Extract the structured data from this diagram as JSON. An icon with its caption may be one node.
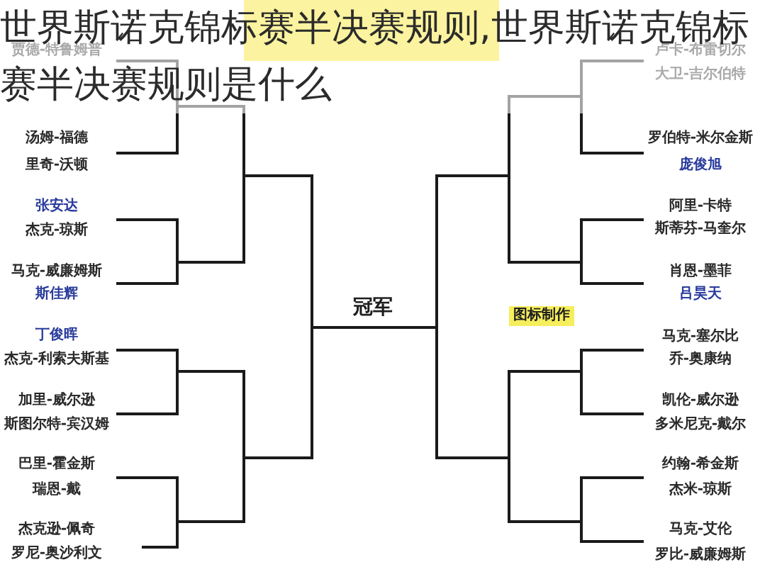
{
  "diagram": {
    "title": "世界斯诺克锦标赛半决赛规则,世界斯诺克锦标赛半决赛规则是什么",
    "labels": [
      "贾德-特鲁姆普",
      "汤姆-福德",
      "里奇-沃顿",
      "张安达",
      "杰克-琼斯",
      "马克-威廉姆斯",
      "斯佳辉",
      "丁俊晖",
      "杰克-利索夫斯基",
      "加里-威尔逊",
      "斯图尔特-宾汉姆",
      "巴里-霍金斯",
      "瑞恩-戴",
      "杰克逊-佩奇",
      "罗尼-奥沙利文",
      "冠军",
      "图标制作",
      "卢卡-布雷切尔",
      "大卫-吉尔伯特",
      "罗伯特-米尔金斯",
      "庞俊旭",
      "阿里-卡特",
      "斯蒂芬-马奎尔",
      "肖恩-墨菲",
      "吕昊天",
      "马克-塞尔比",
      "乔-奥康纳",
      "凯伦-威尔逊",
      "多米尼克-戴尔",
      "约翰-希金斯",
      "杰米-琼斯",
      "马克-艾伦",
      "罗比-威廉姆斯"
    ]
  }
}
